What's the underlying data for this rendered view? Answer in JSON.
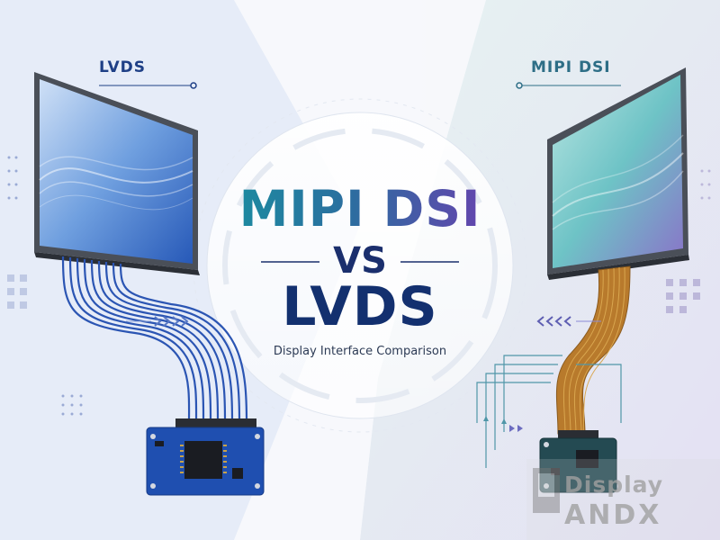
{
  "left_panel": {
    "label": "LVDS"
  },
  "right_panel": {
    "label": "MIPI DSI"
  },
  "center": {
    "title_top": "MIPI DSI",
    "title_vs": "VS",
    "title_bottom": "LVDS",
    "caption": "Display Interface Comparison"
  },
  "watermark": {
    "line1": "Display",
    "line2": "ANDX"
  },
  "colors": {
    "lvds_accent": "#1e3f86",
    "mipi_accent": "#2d6e86",
    "title_gradient": [
      "#1b8fa1",
      "#6c3fb0"
    ],
    "flex_cable": "#b87a2c",
    "pcb": "#1f4fb0"
  },
  "icons": {
    "left_arrows": "chevron-right-icon",
    "right_arrows": "chevron-left-icon"
  }
}
